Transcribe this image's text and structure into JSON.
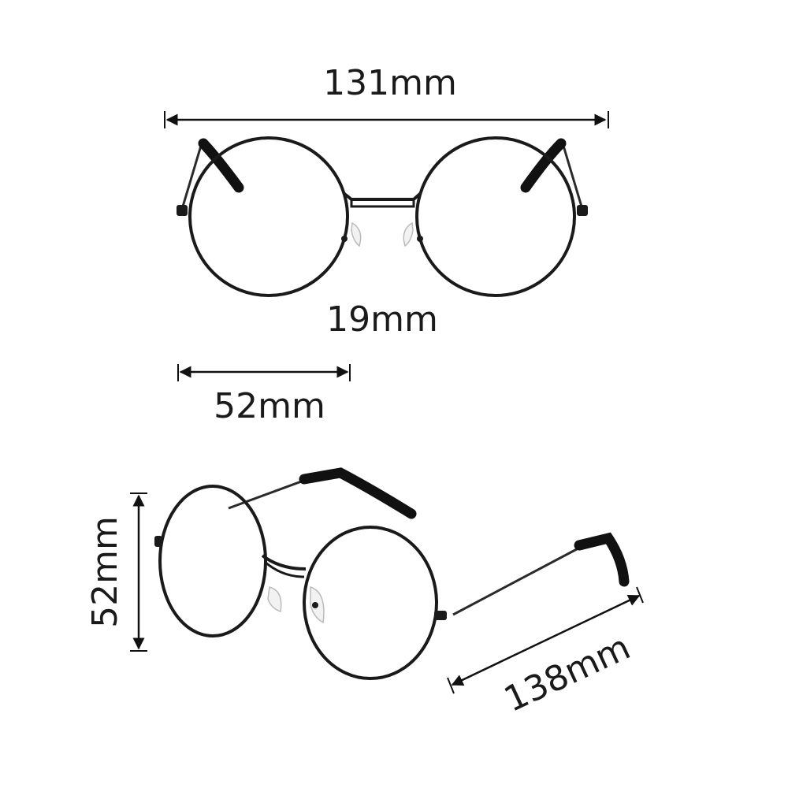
{
  "dimensions": {
    "total_width": "131mm",
    "bridge": "19mm",
    "lens_width": "52mm",
    "lens_height": "52mm",
    "temple_length": "138mm"
  },
  "colors": {
    "frame": "#1a1a1a",
    "background": "#ffffff"
  }
}
